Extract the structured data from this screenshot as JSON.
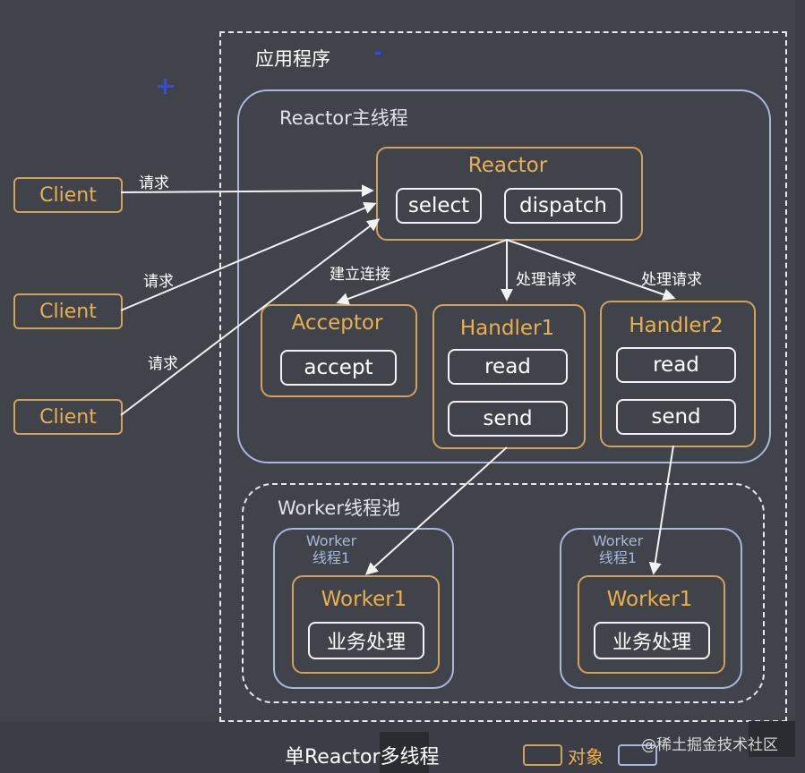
{
  "app_box": {
    "title": "应用程序"
  },
  "main_thread": {
    "title": "Reactor主线程"
  },
  "reactor": {
    "title": "Reactor",
    "methods": [
      "select",
      "dispatch"
    ]
  },
  "acceptor": {
    "title": "Acceptor",
    "method": "accept"
  },
  "handlers": [
    {
      "title": "Handler1",
      "methods": [
        "read",
        "send"
      ]
    },
    {
      "title": "Handler2",
      "methods": [
        "read",
        "send"
      ]
    }
  ],
  "clients": [
    {
      "label": "Client",
      "request_label": "请求"
    },
    {
      "label": "Client",
      "request_label": "请求"
    },
    {
      "label": "Client",
      "request_label": "请求"
    }
  ],
  "edge_labels": {
    "connect": "建立连接",
    "handle1": "处理请求",
    "handle2": "处理请求"
  },
  "worker_pool": {
    "title": "Worker线程池",
    "threads": [
      {
        "label_line1": "Worker",
        "label_line2": "线程1",
        "worker_title": "Worker1",
        "task": "业务处理"
      },
      {
        "label_line1": "Worker",
        "label_line2": "线程1",
        "worker_title": "Worker1",
        "task": "业务处理"
      }
    ]
  },
  "caption": "单Reactor多线程",
  "legend": {
    "object_label": "对象"
  },
  "watermark": "@稀土掘金技术社区",
  "colors": {
    "object_border": "#d1a25a",
    "thread_border": "#a8b7da",
    "title_text": "#e8b04e",
    "background": "#3b3e46"
  }
}
